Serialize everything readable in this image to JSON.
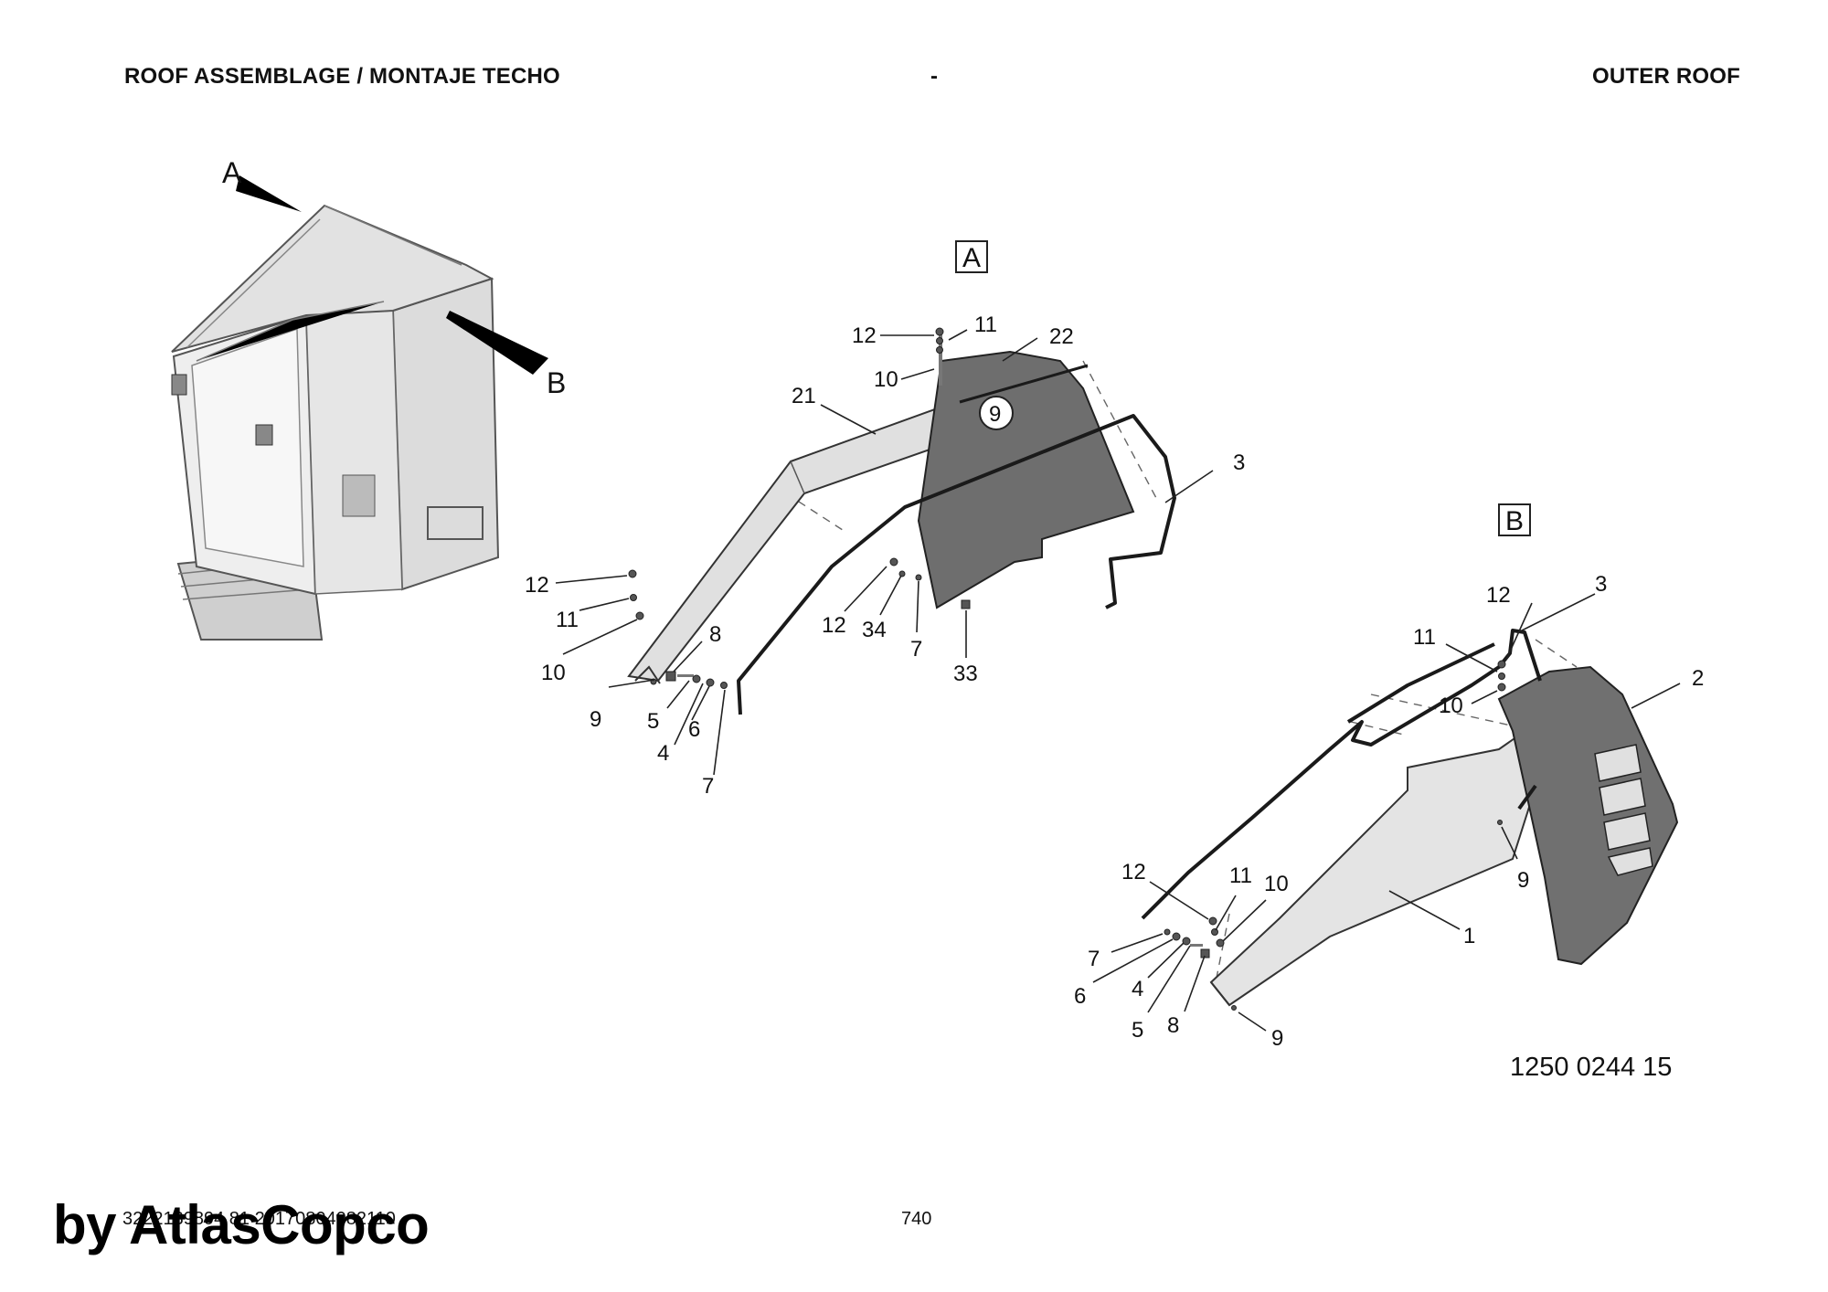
{
  "header": {
    "left": "ROOF ASSEMBLAGE / MONTAJE TECHO",
    "center": "-",
    "right": "OUTER ROOF"
  },
  "views": {
    "a": "A",
    "b": "B"
  },
  "callouts": {
    "cab_a": "A",
    "cab_b": "B",
    "A": {
      "p12_top": "12",
      "p11_top": "11",
      "p22": "22",
      "p10_top": "10",
      "p21": "21",
      "p9_circle": "9",
      "p3": "3",
      "p12_left": "12",
      "p11_left": "11",
      "p10_left": "10",
      "p8": "8",
      "p9_left": "9",
      "p5": "5",
      "p4": "4",
      "p6": "6",
      "p7_low": "7",
      "p12_mid": "12",
      "p34": "34",
      "p7_mid": "7",
      "p33": "33"
    },
    "B": {
      "p12_top": "12",
      "p3": "3",
      "p11_top": "11",
      "p10_top": "10",
      "p2": "2",
      "p9_right": "9",
      "p12_low": "12",
      "p11_low": "11",
      "p10_low": "10",
      "p1": "1",
      "p7": "7",
      "p6": "6",
      "p4": "4",
      "p5": "5",
      "p8": "8",
      "p9_low": "9"
    }
  },
  "drawing_code": "1250 0244 15",
  "footer": {
    "doc_id": "3222139894 81 20170804082110",
    "page": "740",
    "watermark": "by AtlasCopco"
  }
}
